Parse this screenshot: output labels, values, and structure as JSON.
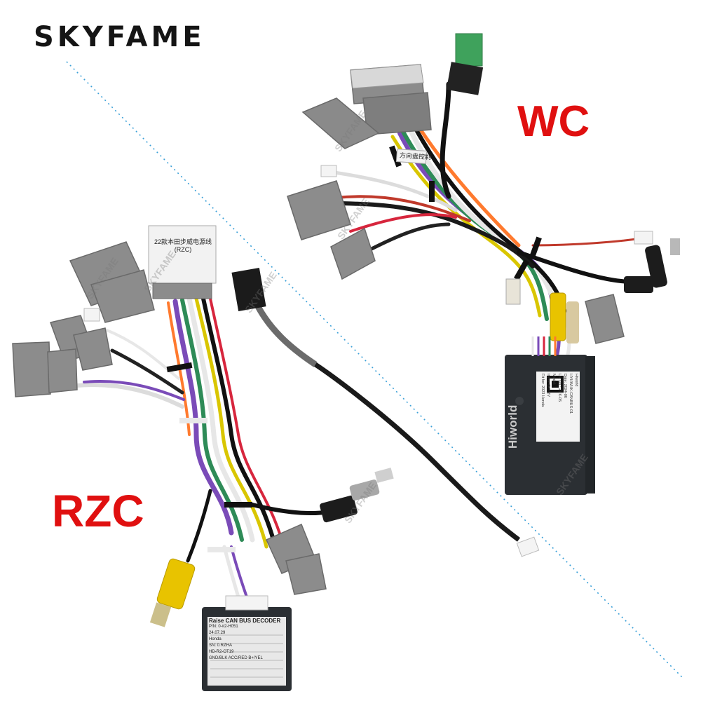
{
  "brand": {
    "name": "SKYFAME"
  },
  "variants": {
    "wc": "WC",
    "rzc": "RZC"
  },
  "colors": {
    "brand_text": "#151515",
    "variant_label": "#e01010",
    "divider": "#3aa0d8",
    "connector_gray": "#8a8a8a",
    "decoder_box": "#2b2f33"
  },
  "wc_product": {
    "steering_label": "方向盘控制",
    "decoder": {
      "brand": "Hiworld",
      "lines": [
        "Hiworld",
        "HYHWHK-CANBUS-01",
        "Date: 2024-06",
        "Lot No.: 23 K-05",
        "Model:",
        "Input: DC12V",
        "Fit for: 2023 Honda"
      ]
    }
  },
  "rzc_product": {
    "harness_label": [
      "22款本田步威电源线",
      "(RZC)"
    ],
    "decoder": {
      "brand": "Raise",
      "title": "CAN BUS DECODER",
      "lines": [
        "P/N: 0-#2-H051",
        "24.07.29",
        "Honda",
        "SN: 0.RZHA",
        "HD-R2-OT19",
        "GND/BLK  ACC/RED  B+/YEL"
      ]
    }
  }
}
